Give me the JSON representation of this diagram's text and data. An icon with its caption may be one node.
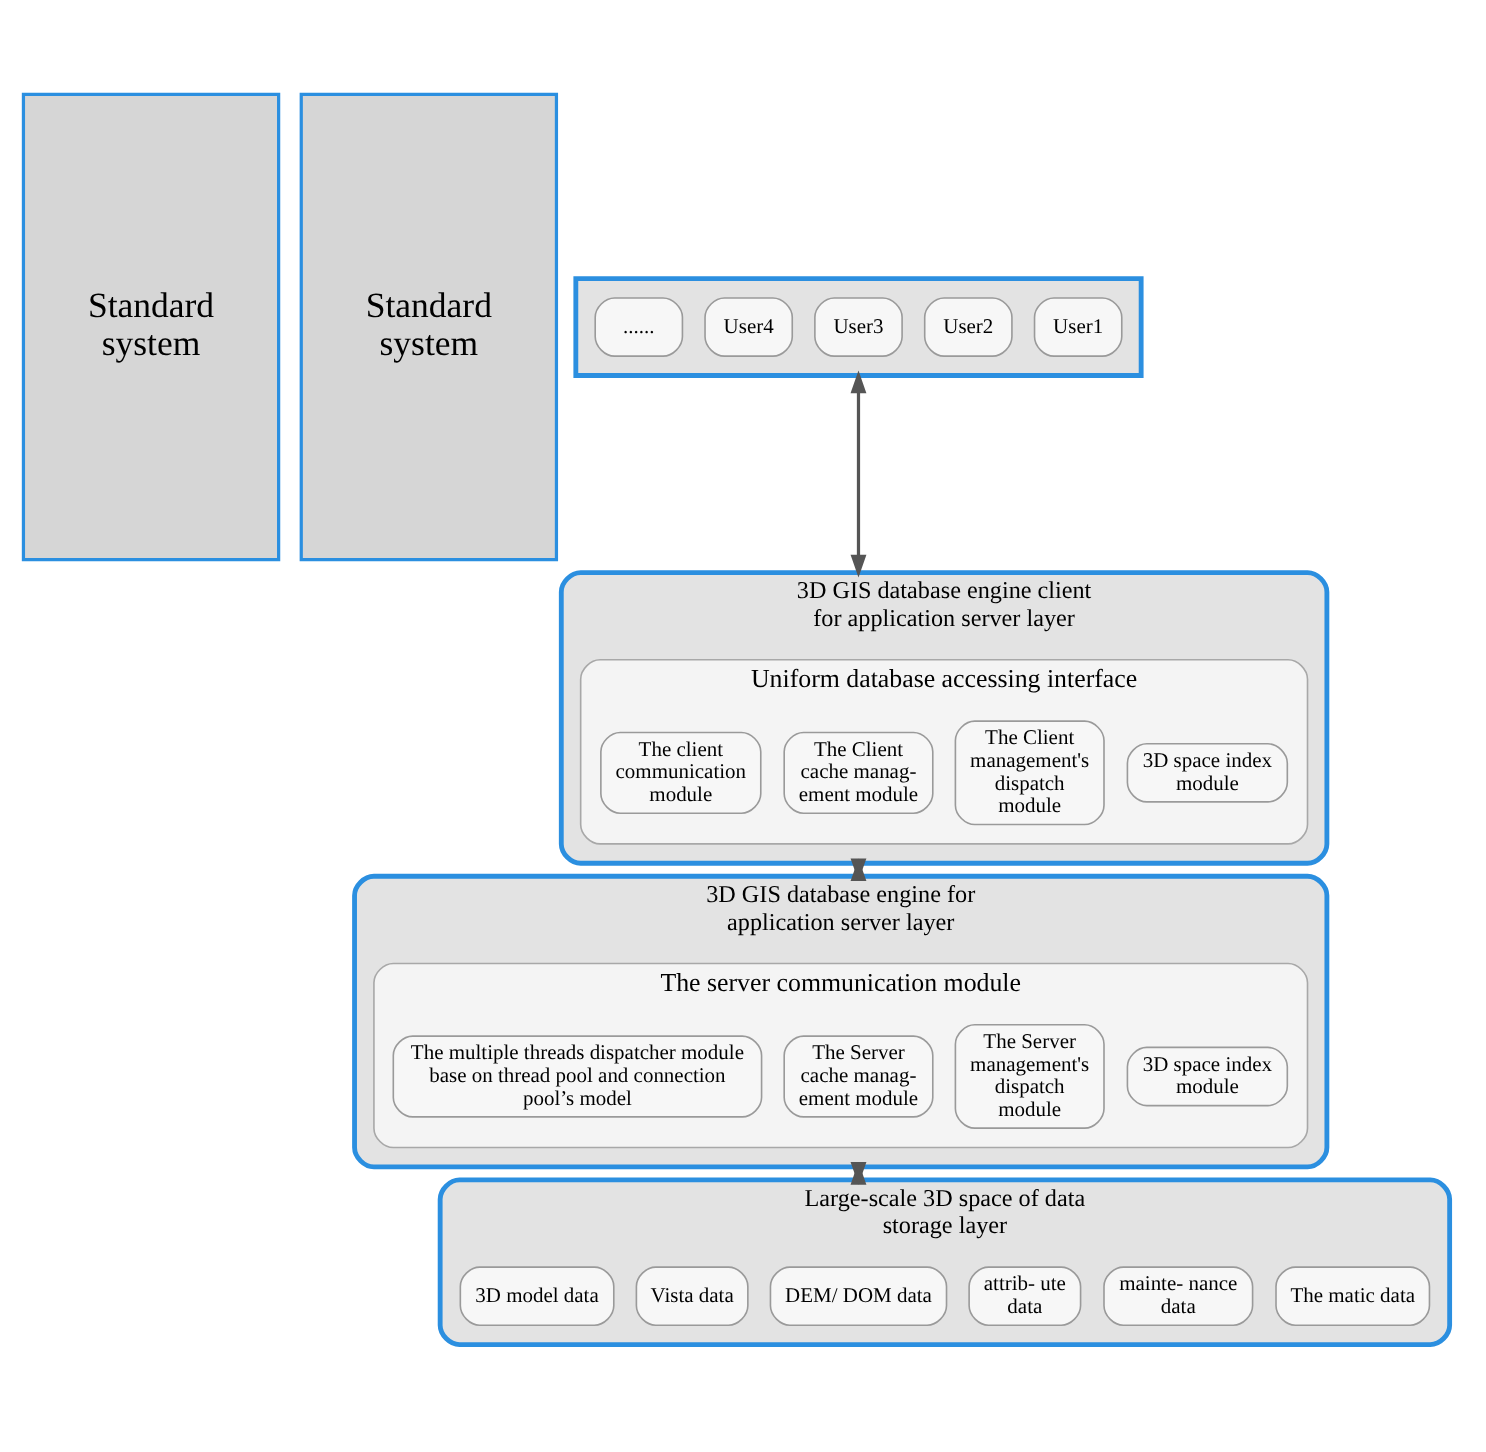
{
  "diagram": {
    "nodes": [
      {
        "text": [
          "Standard system"
        ]
      },
      {
        "text": [
          "Standard system"
        ]
      },
      {
        "text": [],
        "shape": "box"
      },
      {
        "text": [
          "User1"
        ],
        "in": 2
      },
      {
        "text": [
          "User2"
        ],
        "in": 2
      },
      {
        "text": [
          "User3"
        ],
        "in": 2
      },
      {
        "text": [
          "User4"
        ],
        "in": 2
      },
      {
        "text": [
          "......"
        ],
        "in": 2
      },
      {
        "text": [
          "3D GIS database engine client for application server layer"
        ]
      },
      {
        "text": [
          "Uniform database accessing interface"
        ],
        "in": 8
      },
      {
        "text": [
          "3D space index module"
        ],
        "in": 9
      },
      {
        "text": [
          "The Client management's dispatch module"
        ],
        "in": 9
      },
      {
        "text": [
          "The Client cache manag- ement module"
        ],
        "in": 9
      },
      {
        "text": [
          "The client communication module"
        ],
        "in": 9
      },
      {
        "text": [
          "3D GIS database engine for application server layer"
        ]
      },
      {
        "text": [
          "The server communication module"
        ],
        "in": 14
      },
      {
        "text": [
          "3D space index module"
        ],
        "in": 15
      },
      {
        "text": [
          "The Server management's dispatch module"
        ],
        "in": 15
      },
      {
        "text": [
          "The Server cache manag- ement module"
        ],
        "in": 15
      },
      {
        "text": [
          "The multiple threads dispatcher module base on thread pool and connection pool’s model"
        ],
        "in": 15
      },
      {
        "text": [
          "Large-scale 3D space of data storage layer"
        ]
      },
      {
        "text": [
          "The matic data"
        ],
        "in": 20
      },
      {
        "text": [
          "mainte- nance data"
        ],
        "in": 20
      },
      {
        "text": [
          "attrib- ute data"
        ],
        "in": 20
      },
      {
        "text": [
          "DEM/ DOM data"
        ],
        "in": 20
      },
      {
        "text": [
          "Vista data"
        ],
        "in": 20
      },
      {
        "text": [
          "3D model data"
        ],
        "in": 20
      }
    ],
    "edges": [
      {
        "from": 2,
        "to": 8,
        "arrow": "both"
      },
      {
        "from": 8,
        "to": 14,
        "arrow": "both"
      },
      {
        "from": 14,
        "to": 20,
        "arrow": "both"
      }
    ]
  }
}
